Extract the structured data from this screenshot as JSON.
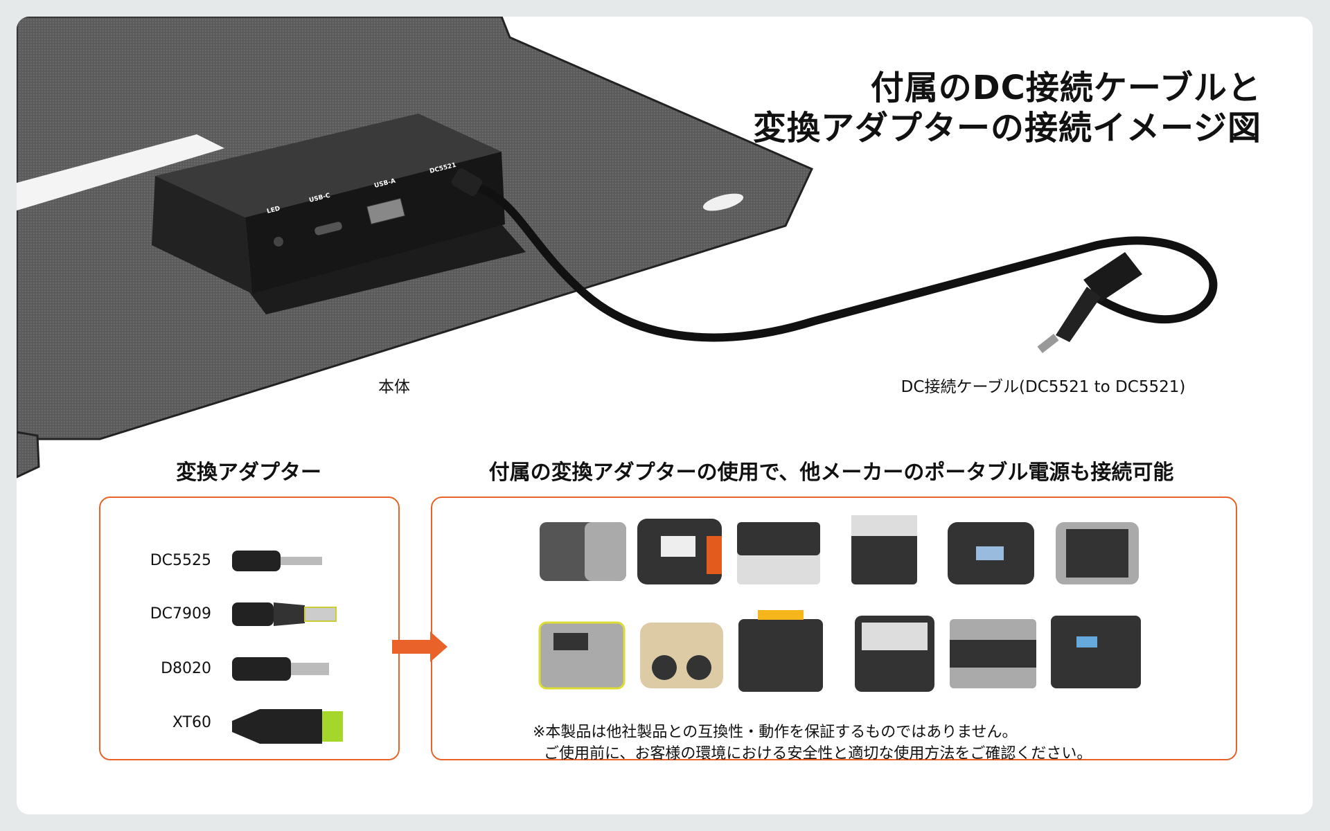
{
  "title": {
    "line1": "付属のDC接続ケーブルと",
    "line2": "変換アダプターの接続イメージ図"
  },
  "photo": {
    "port_labels": [
      "LED",
      "USB-C",
      "USB-A",
      "DC5521"
    ],
    "main_unit_label": "本体",
    "cable_label": "DC接続ケーブル(DC5521 to DC5521)"
  },
  "adapters": {
    "heading": "変換アダプター",
    "items": [
      {
        "name": "DC5525"
      },
      {
        "name": "DC7909"
      },
      {
        "name": "D8020"
      },
      {
        "name": "XT60"
      }
    ]
  },
  "compat": {
    "heading": "付属の変換アダプターの使用で、他メーカーのポータブル電源も接続可能",
    "notice_line1": "※本製品は他社製品との互換性・動作を保証するものではありません。",
    "notice_line2": "ご使用前に、お客様の環境における安全性と適切な使用方法をご確認ください。"
  },
  "colors": {
    "accent": "#e8622a",
    "fabric": "#5a5a5a",
    "background": "#e6e9ea"
  }
}
